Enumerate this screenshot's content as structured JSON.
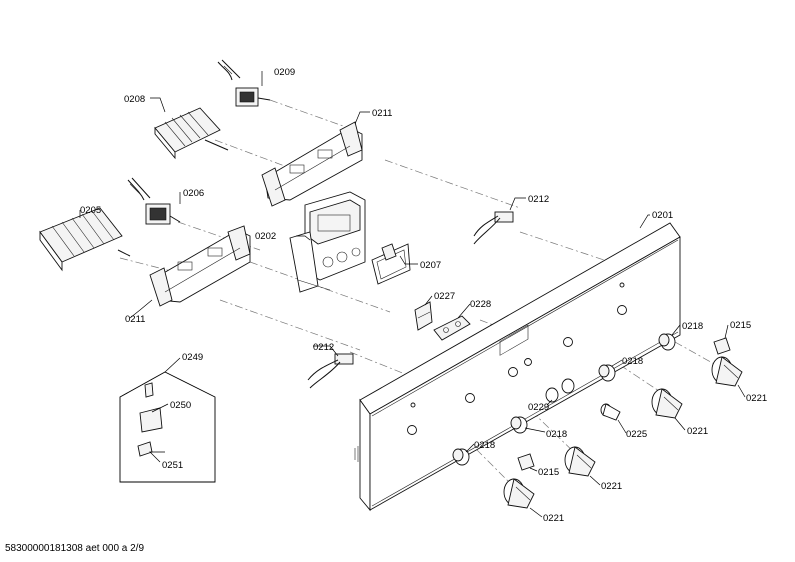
{
  "labels": {
    "l0201": "0201",
    "l0202": "0202",
    "l0205": "0205",
    "l0206": "0206",
    "l0207": "0207",
    "l0208": "0208",
    "l0209": "0209",
    "l0211a": "0211",
    "l0211b": "0211",
    "l0212a": "0212",
    "l0212b": "0212",
    "l0215a": "0215",
    "l0215b": "0215",
    "l0218a": "0218",
    "l0218b": "0218",
    "l0218c": "0218",
    "l0218d": "0218",
    "l0221a": "0221",
    "l0221b": "0221",
    "l0221c": "0221",
    "l0221d": "0221",
    "l0225": "0225",
    "l0227": "0227",
    "l0228": "0228",
    "l0229": "0229",
    "l0249": "0249",
    "l0250": "0250",
    "l0251": "0251"
  },
  "footer": "58300000181308 aet 000 a 2/9"
}
